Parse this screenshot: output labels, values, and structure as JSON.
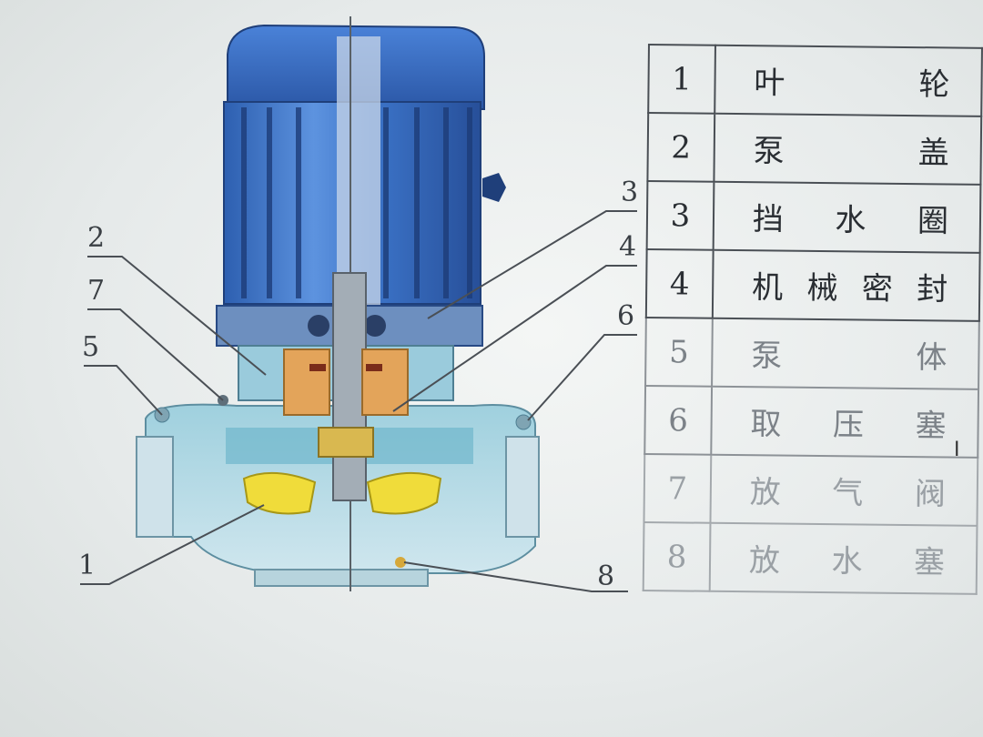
{
  "callouts": [
    "1",
    "2",
    "3",
    "4",
    "5",
    "6",
    "7",
    "8"
  ],
  "legend": [
    {
      "num": "1",
      "name": "叶轮"
    },
    {
      "num": "2",
      "name": "泵盖"
    },
    {
      "num": "3",
      "name": "挡水圈"
    },
    {
      "num": "4",
      "name": "机械密封"
    },
    {
      "num": "5",
      "name": "泵体"
    },
    {
      "num": "6",
      "name": "取压塞"
    },
    {
      "num": "7",
      "name": "放气阀"
    },
    {
      "num": "8",
      "name": "放水塞"
    }
  ],
  "colors": {
    "motor_blue": "#3c74c8",
    "motor_dark": "#2a4f95",
    "pump_body": "#8fc6d8",
    "impeller_yellow": "#f0dc3a",
    "seal_orange": "#e2a455",
    "line": "#4a4f55"
  }
}
